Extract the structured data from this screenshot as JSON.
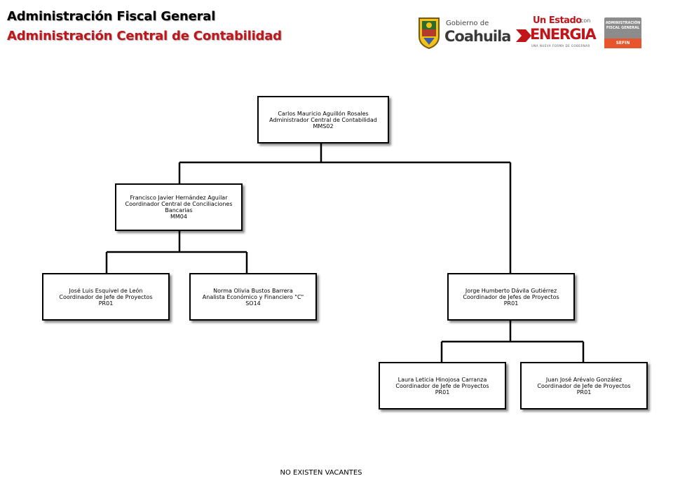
{
  "header": {
    "title_primary": "Administración Fiscal General",
    "title_secondary": "Administración Central de Contabilidad",
    "accent_color": "#c0161b"
  },
  "logos": {
    "coahuila": {
      "icon": "state-seal-icon",
      "small": "Gobierno de",
      "big": "Coahuila"
    },
    "energia": {
      "top": "Un Estado",
      "con": "con",
      "big": "ENERGIA",
      "tagline": "UNA NUEVA FORMA DE GOBERNAR",
      "color": "#c0161b"
    },
    "afg": {
      "line1": "ADMINISTRACIÓN",
      "line2": "FISCAL GENERAL",
      "line3": "SEFIN",
      "color": "#e8542c"
    }
  },
  "org": {
    "root": {
      "name": "Carlos Mauricio Aguillón Rosales",
      "role": "Administrador Central de Contabilidad",
      "code": "MMS02"
    },
    "left": {
      "name": "Francisco Javier Hernández Aguilar",
      "role": "Coordinador Central de Conciliaciones Bancarias",
      "code": "MM04"
    },
    "left_a": {
      "name": "José Luis Esquivel de León",
      "role": "Coordinador de Jefe de Proyectos",
      "code": "PR01"
    },
    "left_b": {
      "name": "Norma Olivia Bustos Barrera",
      "role": "Analista Económico y Financiero \"C\"",
      "code": "SO14"
    },
    "right": {
      "name": "Jorge Humberto Dávila Gutiérrez",
      "role": "Coordinador de Jefes de Proyectos",
      "code": "PR01"
    },
    "right_a": {
      "name": "Laura Leticia Hinojosa Carranza",
      "role": "Coordinador de Jefe de Proyectos",
      "code": "PR01"
    },
    "right_b": {
      "name": "Juan José Arévalo González",
      "role": "Coordinador de Jefe de Proyectos",
      "code": "PR01"
    }
  },
  "footer": {
    "note": "NO EXISTEN VACANTES"
  }
}
